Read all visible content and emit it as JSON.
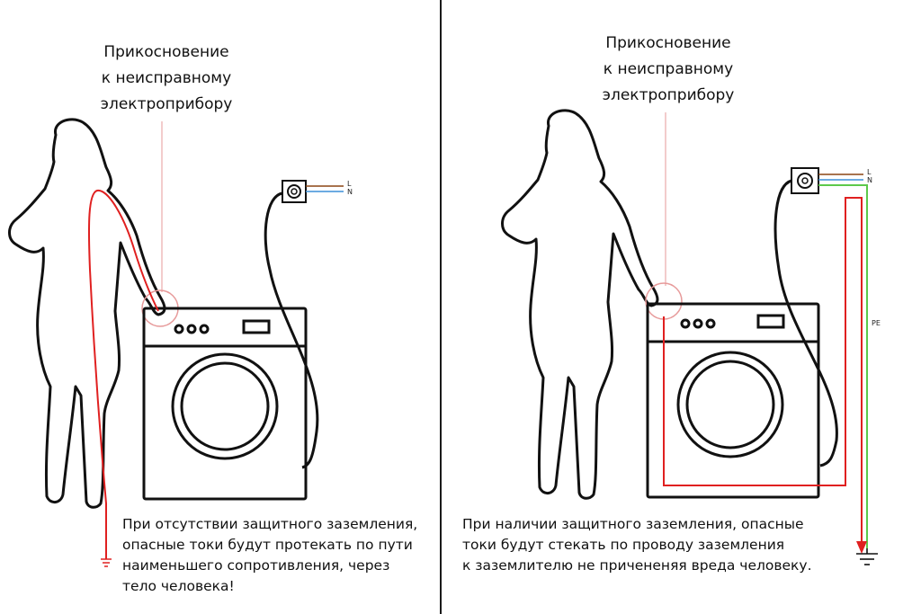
{
  "left": {
    "title": "Прикосновение\nк неисправному\nэлектроприбору",
    "caption": "При отсутствии защитного заземления,\nопасные токи будут протекать по пути\nнаименьшего сопротивления, через\nтело человека!",
    "wire_labels": {
      "l": "L",
      "n": "N"
    }
  },
  "right": {
    "title": "Прикосновение\nк неисправному\nэлектроприбору",
    "caption": "При наличии защитного заземления, опасные\nтоки будут стекать по проводу заземления\nк заземлителю не причененяя вреда человеку.",
    "wire_labels": {
      "l": "L",
      "n": "N",
      "pe": "PE"
    }
  },
  "colors": {
    "current_path": "#e02020",
    "wire_l": "#8b4513",
    "wire_n": "#3b8fd8",
    "wire_pe": "#5cc94a",
    "touch_circle": "#e79a9a",
    "outline": "#111111"
  },
  "icons": [
    "person-silhouette",
    "washing-machine",
    "power-outlet",
    "ground-symbol"
  ]
}
